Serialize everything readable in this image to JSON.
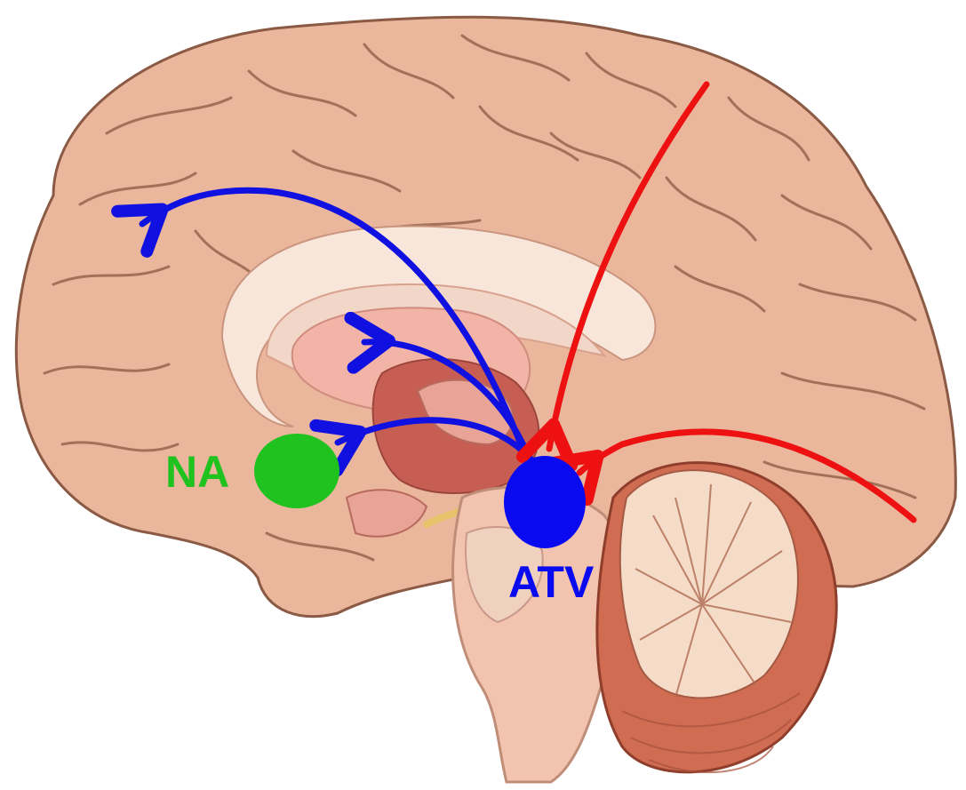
{
  "labels": {
    "nucleus_accumbens": "NA",
    "vta": "ATV"
  },
  "colors": {
    "background": "#ffffff",
    "cortex": "#eab69c",
    "cortex_outline": "#8a5a44",
    "sulcus": "#8a5a44",
    "corpus_callosum": "#f8e6da",
    "thalamus": "#f2b4a6",
    "deep_structures": "#c65e54",
    "brainstem": "#f2c3ae",
    "cerebellum_outer": "#cf6c52",
    "cerebellum_inner": "#f4dcc8",
    "dopamine_projection": "#1010e0",
    "input_projection": "#ee1111",
    "nucleus_accumbens": "#1fc21f",
    "vta": "#0a0af0"
  },
  "structures": [
    {
      "name": "cerebral-cortex"
    },
    {
      "name": "corpus-callosum"
    },
    {
      "name": "thalamus"
    },
    {
      "name": "brainstem"
    },
    {
      "name": "cerebellum"
    },
    {
      "name": "nucleus-accumbens",
      "label_key": "nucleus_accumbens"
    },
    {
      "name": "ventral-tegmental-area",
      "label_key": "vta"
    }
  ],
  "pathways": [
    {
      "name": "vta-to-prefrontal-cortex",
      "type": "dopaminergic-output"
    },
    {
      "name": "vta-to-septal-limbic",
      "type": "dopaminergic-output"
    },
    {
      "name": "vta-to-nucleus-accumbens",
      "type": "dopaminergic-output"
    },
    {
      "name": "cortex-to-vta",
      "type": "afferent-input"
    },
    {
      "name": "posterior-to-vta",
      "type": "afferent-input"
    }
  ]
}
